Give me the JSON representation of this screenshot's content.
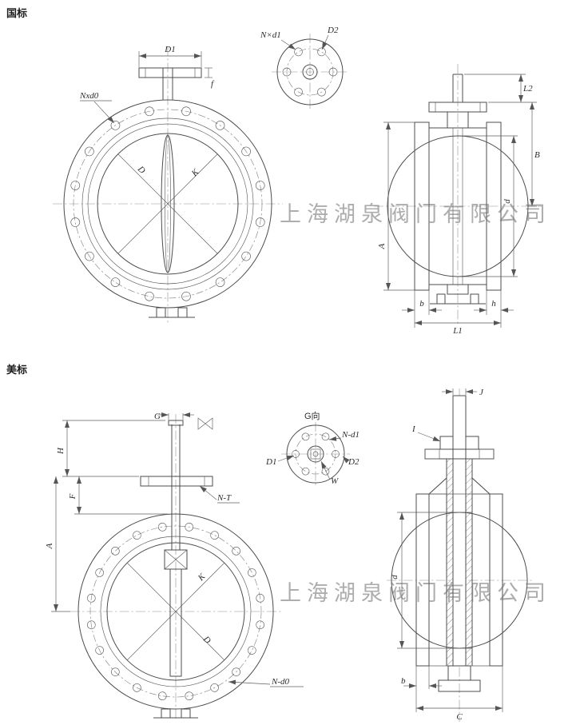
{
  "sections": {
    "gb_label": "国标",
    "us_label": "美标"
  },
  "watermark": {
    "text": "上海湖泉阀门有限公司"
  },
  "gb": {
    "front": {
      "d1": "D1",
      "nxd0": "Nxd0",
      "d": "D",
      "k": "K",
      "f": "f"
    },
    "top": {
      "nxd1": "N×d1",
      "d2": "D2"
    },
    "side": {
      "l2": "L2",
      "b_cap": "B",
      "a": "A",
      "d": "d",
      "b": "b",
      "h": "h",
      "l1": "L1"
    }
  },
  "us": {
    "front": {
      "g": "G",
      "h": "H",
      "f": "F",
      "a": "A",
      "n_t": "N-T",
      "k": "K",
      "d": "D",
      "n_d0": "N-d0"
    },
    "top": {
      "title": "G向",
      "n_d1": "N-d1",
      "d1": "D1",
      "d2": "D2",
      "w": "W"
    },
    "side": {
      "j": "J",
      "i": "I",
      "d": "d",
      "b": "b",
      "c": "C"
    }
  }
}
